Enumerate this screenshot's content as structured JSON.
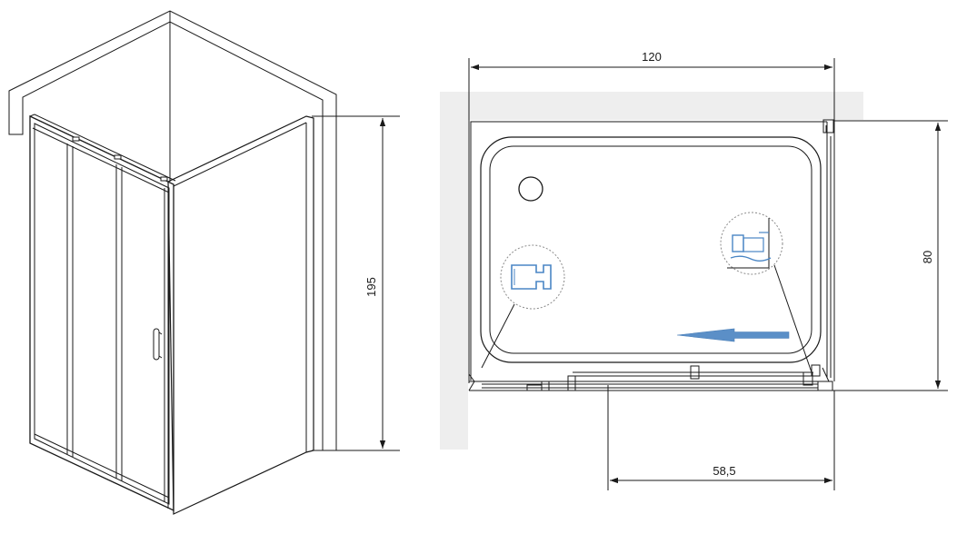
{
  "dimensions": {
    "height": "195",
    "width": "120",
    "depth": "80",
    "entry": "58,5"
  },
  "colors": {
    "line": "#1a1a1a",
    "wall": "#eeeeee",
    "arrow": "#5b8fc7",
    "detail_blue": "#4a86c5",
    "detail_circle": "#8a8a8a"
  },
  "icons": {
    "direction_arrow": "slide-direction-arrow-icon",
    "drain": "drain-icon",
    "detail_left": "profile-detail-icon",
    "detail_right": "corner-detail-icon"
  }
}
